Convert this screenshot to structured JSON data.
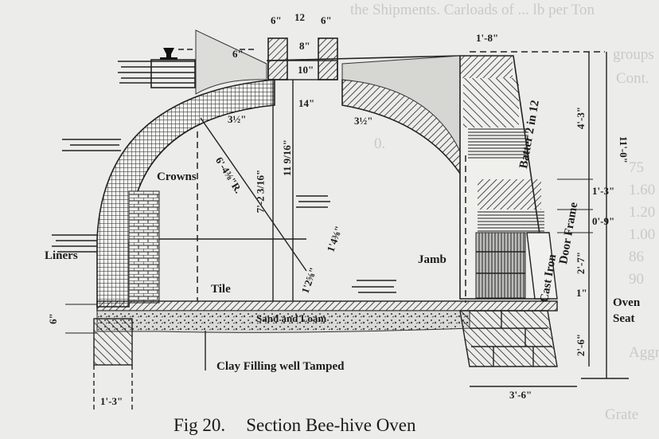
{
  "figure": {
    "number": "Fig 20.",
    "title": "Section Bee-hive Oven"
  },
  "background_text": {
    "top_line": "the Shipments. Carloads of ... lb per Ton",
    "right_fragments": [
      "groups",
      "Cont.",
      "0.",
      "75",
      "1.60",
      "1.20",
      "1.00",
      "86",
      "90",
      "Aggre",
      "Grate"
    ]
  },
  "labels": {
    "crowns": "Crowns",
    "liners": "Liners",
    "jamb": "Jamb",
    "tile": "Tile",
    "sand_and_loam": "Sand and Loam",
    "clay_filling": "Clay Filling well Tamped",
    "batter": "Batter 2 in 12",
    "cast_iron": "Cast Iron",
    "door_frame": "Door Frame",
    "oven_seat_line1": "Oven",
    "oven_seat_line2": "Seat"
  },
  "dimensions": {
    "top_left_drop": "6\"",
    "top_opening_left": "6\"",
    "top_opening_center": "12",
    "top_opening_right": "6\"",
    "trunnel_depth": "8\"",
    "trunnel_height": "10\"",
    "trunnel_bottom_width": "14\"",
    "crown_thickness_left": "3½\"",
    "crown_thickness_right": "3½\"",
    "wall_top_width": "1'-8\"",
    "radius": "6'-4⅜\"R.",
    "rise_a": "7'-2 3/16\"",
    "rise_b": "11 9/16\"",
    "lower_rise_a": "1'4⅜\"",
    "lower_rise_b": "1'2⅝\"",
    "upper_height": "4'-3\"",
    "arch_seg": "1'-3\"",
    "door_seg": "0'-9\"",
    "door_height": "2'-7\"",
    "frame_thickness": "1\"",
    "total_height": "11'-0\"",
    "base_height": "2'-6\"",
    "floor_thickness": "6\"",
    "left_foundation_width": "1'-3\"",
    "right_foundation_width": "3'-6\""
  }
}
